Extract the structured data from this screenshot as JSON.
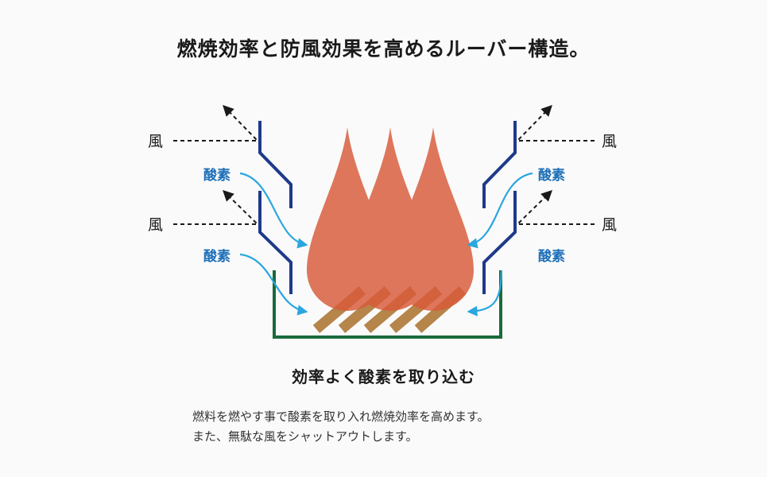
{
  "headline": "燃焼効率と防風効果を高めるルーバー構造。",
  "diagram": {
    "wind_label": "風",
    "oxygen_label": "酸素",
    "colors": {
      "louver": "#1f3a8a",
      "stove": "#1a6b3a",
      "oxygen_arrow": "#2ba6df",
      "oxygen_text": "#1d6fb8",
      "flame": "#d95a3a",
      "wood": "#b5854a",
      "wind": "#1a1a1a"
    }
  },
  "subheading": "効率よく酸素を取り込む",
  "description": [
    "燃料を燃やす事で酸素を取り入れ燃焼効率を高めます。",
    "また、無駄な風をシャットアウトします。"
  ]
}
